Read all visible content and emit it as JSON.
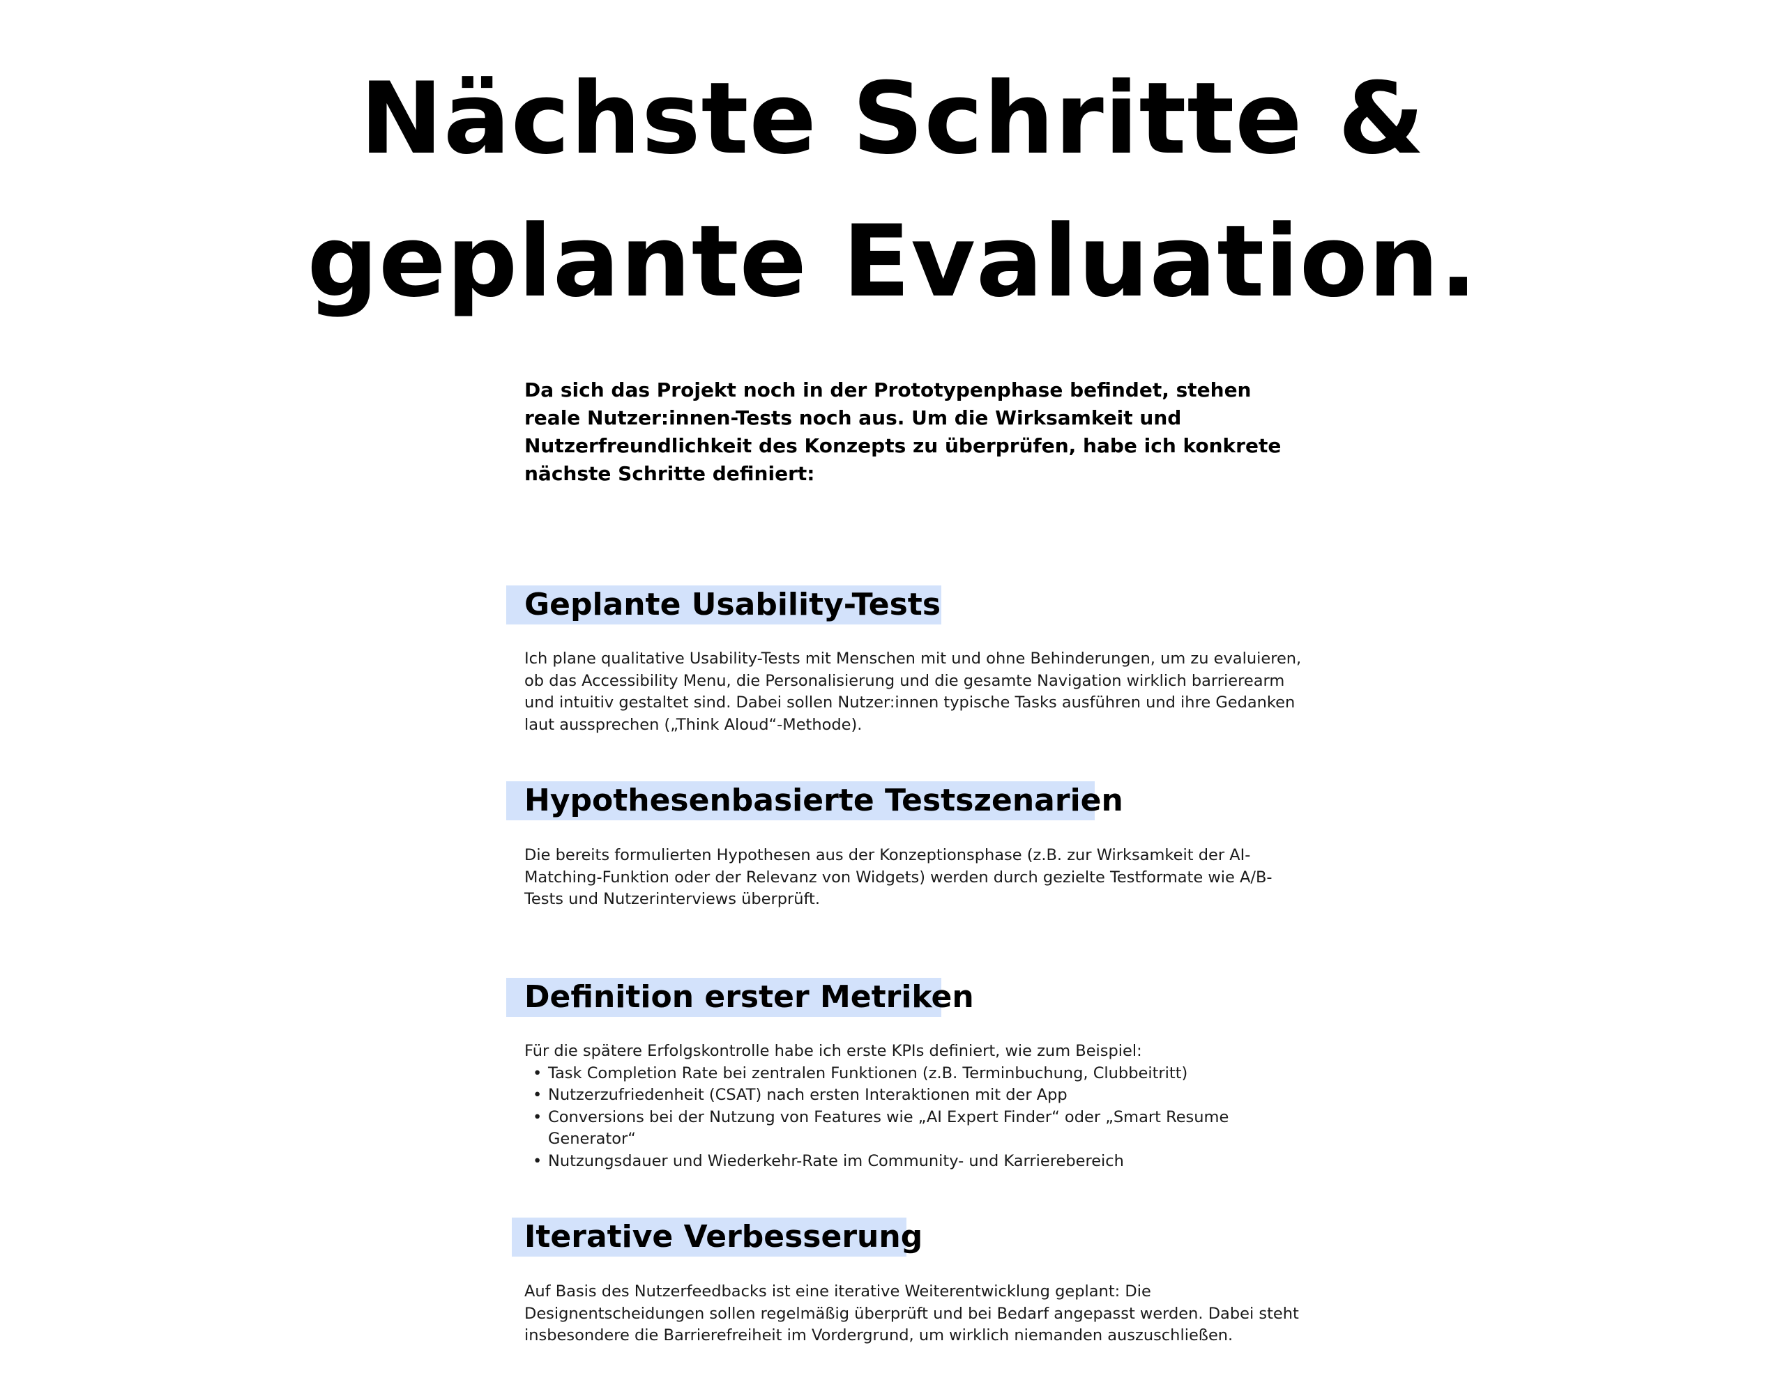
{
  "title": {
    "line1": "Nächste Schritte &",
    "line2": "geplante Evaluation."
  },
  "intro": "Da sich das Projekt noch in der Prototypenphase befindet, stehen reale Nutzer:innen-Tests noch aus. Um die Wirksamkeit und Nutzerfreundlichkeit des Konzepts zu überprüfen, habe ich konkrete nächste Schritte definiert:",
  "sections": [
    {
      "heading": "Geplante Usability-Tests",
      "text": "Ich plane qualitative Usability-Tests mit Menschen mit und ohne Behinderungen, um zu evaluieren, ob das Accessibility Menu, die Personalisierung und die gesamte Navigation wirklich barrierearm und intuitiv gestaltet sind. Dabei sollen Nutzer:innen typische Tasks ausführen und ihre Gedanken laut aussprechen („Think Aloud“-Methode)."
    },
    {
      "heading": "Hypothesenbasierte Testszenarien",
      "text": "Die bereits formulierten Hypothesen aus der Konzeptionsphase (z.B. zur Wirksamkeit der AI-Matching-Funktion oder der Relevanz von Widgets) werden durch gezielte Testformate wie A/B-Tests und Nutzerinterviews überprüft."
    },
    {
      "heading": "Definition erster Metriken",
      "text": "Für die spätere Erfolgskontrolle habe ich erste KPIs definiert, wie zum Beispiel:",
      "items": [
        "Task Completion Rate bei zentralen Funktionen (z.B. Terminbuchung, Clubbeitritt)",
        "Nutzerzufriedenheit (CSAT) nach ersten Interaktionen mit der App",
        "Conversions bei der Nutzung von Features wie „AI Expert Finder“ oder „Smart Resume Generator“",
        "Nutzungsdauer und Wiederkehr-Rate im Community- und Karrierebereich"
      ]
    },
    {
      "heading": "Iterative Verbesserung",
      "text": "Auf Basis des Nutzerfeedbacks ist eine iterative Weiterentwicklung geplant: Die Designentscheidungen sollen regelmäßig überprüft und bei Bedarf angepasst werden. Dabei steht insbesondere die Barrierefreiheit im Vordergrund, um wirklich niemanden auszuschließen."
    }
  ],
  "bullet_char": "•"
}
